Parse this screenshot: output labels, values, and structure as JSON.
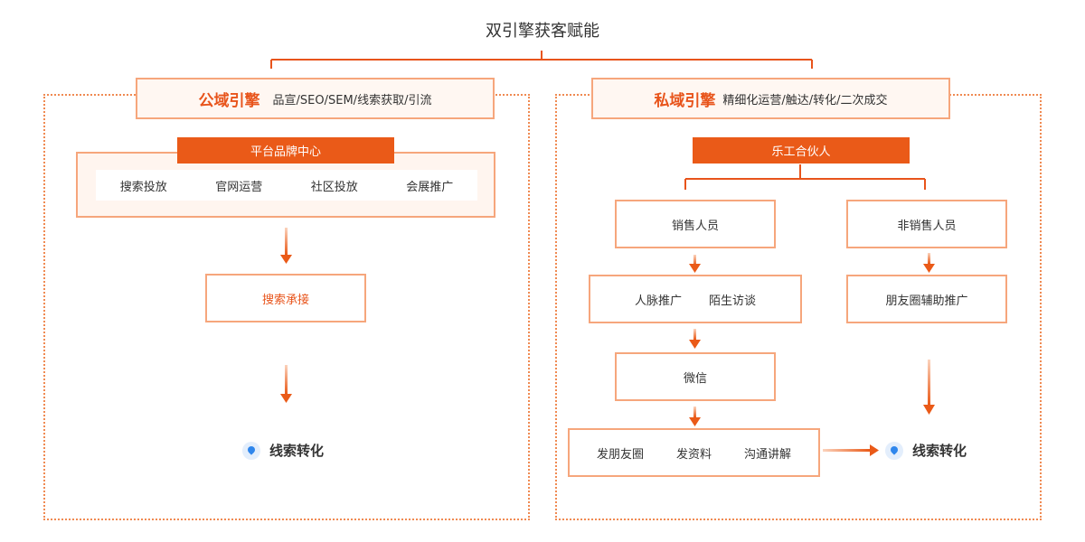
{
  "title": "双引擎获客赋能",
  "public": {
    "name": "公域引擎",
    "desc": "品宣/SEO/SEM/线索获取/引流",
    "platform": "平台品牌中心",
    "channels": [
      "搜索投放",
      "官网运营",
      "社区投放",
      "会展推广"
    ],
    "search_take": "搜索承接",
    "lead": "线索转化"
  },
  "private": {
    "name": "私域引擎",
    "desc": "精细化运营/触达/转化/二次成交",
    "partner": "乐工合伙人",
    "sales": "销售人员",
    "non_sales": "非销售人员",
    "sales_methods": [
      "人脉推广",
      "陌生访谈"
    ],
    "non_sales_method": "朋友圈辅助推广",
    "wechat": "微信",
    "wechat_actions": [
      "发朋友圈",
      "发资料",
      "沟通讲解"
    ],
    "lead": "线索转化"
  },
  "colors": {
    "accent": "#ea5a18",
    "border": "#f6a67c",
    "pin": "#2f86ec"
  }
}
